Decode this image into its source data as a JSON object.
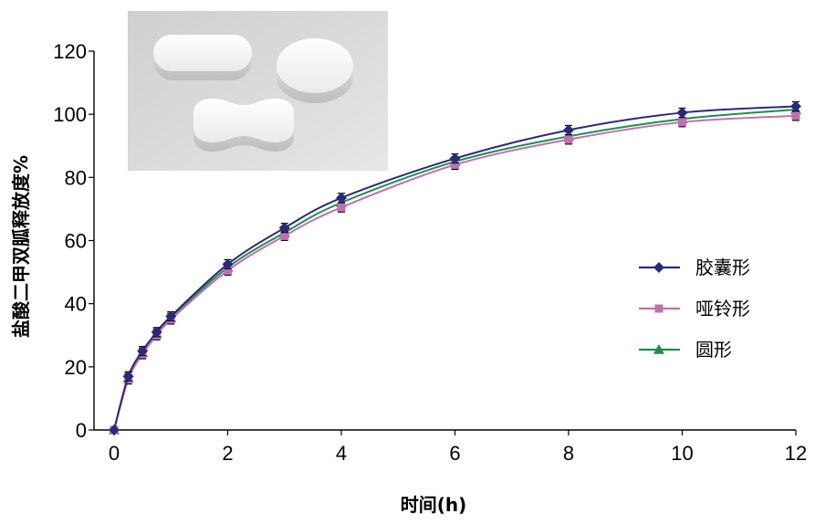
{
  "chart_data": {
    "type": "line",
    "xlabel": "时间(h)",
    "ylabel": "盐酸二甲双胍释放度%",
    "xlim": [
      0,
      12
    ],
    "ylim": [
      0,
      120
    ],
    "xticks": [
      0,
      2,
      4,
      6,
      8,
      10,
      12
    ],
    "yticks": [
      0,
      20,
      40,
      60,
      80,
      100,
      120
    ],
    "grid": false,
    "legend_position": "right",
    "x": [
      0,
      0.25,
      0.5,
      0.75,
      1,
      2,
      3,
      4,
      6,
      8,
      10,
      12
    ],
    "series": [
      {
        "name": "胶囊形",
        "color": "#2a2a7a",
        "marker": "diamond",
        "values": [
          0,
          17,
          25,
          31,
          36,
          52.5,
          64,
          73.5,
          86,
          95,
          100.5,
          102.5
        ]
      },
      {
        "name": "哑铃形",
        "color": "#c070b0",
        "marker": "square",
        "values": [
          0,
          16,
          24,
          30,
          35,
          50.5,
          61.5,
          70.5,
          84,
          92,
          97.5,
          99.5
        ]
      },
      {
        "name": "圆形",
        "color": "#1f8f4a",
        "marker": "triangle",
        "values": [
          0,
          16.5,
          24.5,
          30.5,
          35.5,
          51.5,
          62.5,
          72,
          85,
          93,
          98.5,
          101.5
        ]
      }
    ],
    "error_bars": true
  },
  "inset_image": {
    "description_icon": "tablet-photo"
  }
}
